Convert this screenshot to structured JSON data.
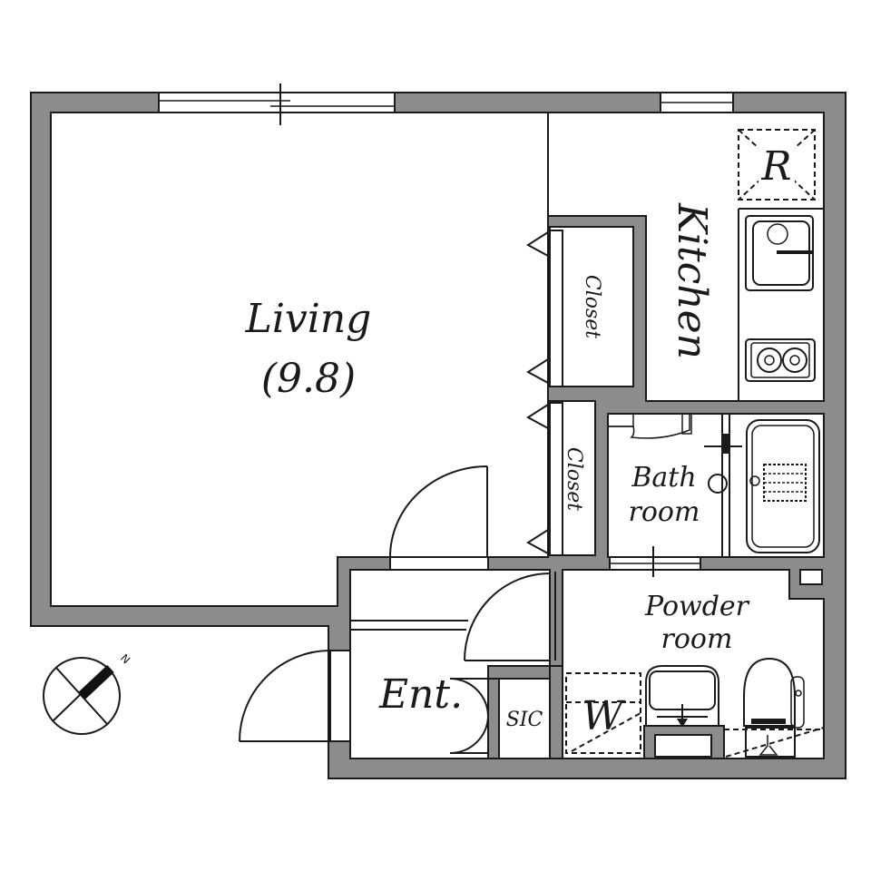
{
  "floor_plan": {
    "rooms": {
      "living": {
        "label": "Living",
        "area": "(9.8)"
      },
      "kitchen": {
        "label": "Kitchen"
      },
      "closet_upper": {
        "label": "Closet"
      },
      "closet_lower": {
        "label": "Closet"
      },
      "bathroom": {
        "label_line1": "Bath",
        "label_line2": "room"
      },
      "powder_room": {
        "label_line1": "Powder",
        "label_line2": "room"
      },
      "entrance": {
        "label": "Ent."
      },
      "shoe_closet": {
        "label": "SIC"
      }
    },
    "fixtures": {
      "refrigerator": {
        "label": "R"
      },
      "washer": {
        "label": "W"
      }
    },
    "compass": {
      "label": "N"
    },
    "colors": {
      "wall": "#8c8c8c",
      "outline": "#1a1a1a",
      "floor": "#ffffff"
    }
  }
}
